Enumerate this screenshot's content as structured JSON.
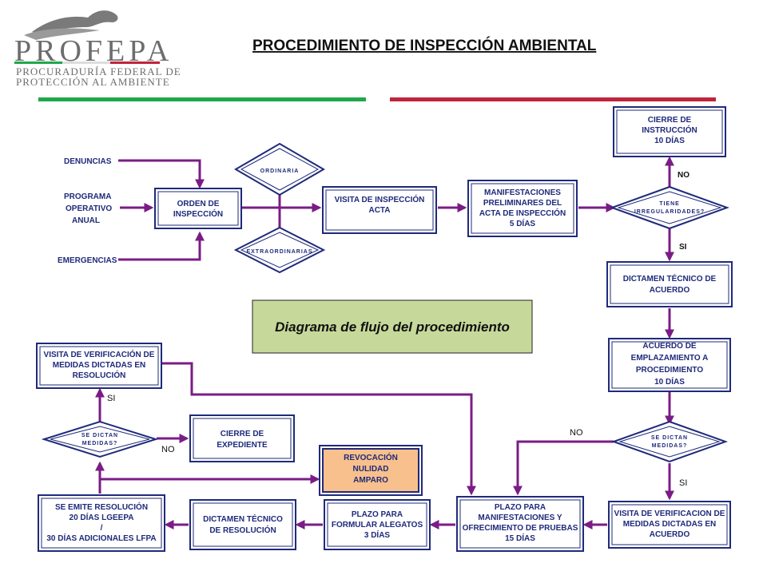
{
  "header": {
    "logo_name": "PROFEPA",
    "logo_sub_1": "PROCURADURÍA FEDERAL DE",
    "logo_sub_2": "PROTECCIÓN AL AMBIENTE",
    "title": "PROCEDIMIENTO DE INSPECCIÓN AMBIENTAL"
  },
  "colors": {
    "green": "#1fa84a",
    "red": "#c0243c",
    "navy": "#1f2a7a",
    "purple": "#7b1c86",
    "note": "#c6d99a",
    "orange": "#f8c08c"
  },
  "sources": {
    "denuncias": "DENUNCIAS",
    "programa": [
      "PROGRAMA",
      "OPERATIVO",
      "ANUAL"
    ],
    "emergencias": "EMERGENCIAS"
  },
  "nodes": {
    "orden": [
      "ORDEN DE",
      "INSPECCIÓN"
    ],
    "ordinaria": "ORDINARIA",
    "extraordinarias": "EXTRAORDINARIAS",
    "visita": [
      "VISITA DE INSPECCIÓN",
      "ACTA"
    ],
    "manifestaciones": [
      "MANIFESTACIONES",
      "PRELIMINARES DEL",
      "ACTA DE INSPECCIÓN",
      "5 DÍAS"
    ],
    "tiene": [
      "TIENE",
      "IRREGULARIDADES?"
    ],
    "cierre_instruccion": [
      "CIERRE DE",
      "INSTRUCCIÓN",
      "10 DÍAS"
    ],
    "dictamen_acuerdo": [
      "DICTAMEN TÉCNICO DE",
      "ACUERDO"
    ],
    "emplazamiento": [
      "ACUERDO DE",
      "EMPLAZAMIENTO A",
      "PROCEDIMIENTO",
      "10 DÍAS"
    ],
    "se_dictan_right": [
      "SE DICTAN",
      "MEDIDAS?"
    ],
    "visita_verif_acuerdo": [
      "VISITA DE VERIFICACION DE",
      "MEDIDAS DICTADAS EN",
      "ACUERDO"
    ],
    "plazo_pruebas": [
      "PLAZO PARA",
      "MANIFESTACIONES Y",
      "OFRECIMIENTO DE PRUEBAS",
      "15 DÍAS"
    ],
    "plazo_alegatos": [
      "PLAZO PARA",
      "FORMULAR ALEGATOS",
      "3 DÍAS"
    ],
    "dictamen_resolucion": [
      "DICTAMEN TÉCNICO",
      "DE RESOLUCIÓN"
    ],
    "resolucion": [
      "SE EMITE RESOLUCIÓN",
      "20 DÍAS LGEEPA",
      "/",
      "30 DÍAS ADICIONALES LFPA"
    ],
    "se_dictan_left": [
      "SE DICTAN",
      "MEDIDAS?"
    ],
    "visita_verif_resolucion": [
      "VISITA DE VERIFICACIÓN DE",
      "MEDIDAS DICTADAS EN",
      "RESOLUCIÓN"
    ],
    "cierre_expediente": [
      "CIERRE DE",
      "EXPEDIENTE"
    ],
    "revocacion": [
      "REVOCACIÓN",
      "NULIDAD",
      "AMPARO"
    ]
  },
  "labels": {
    "no_top": "NO",
    "si_top": "SI",
    "no_right": "NO",
    "si_right": "SI",
    "si_left": "SI",
    "no_left": "NO"
  },
  "note": "Diagrama de flujo del procedimiento"
}
